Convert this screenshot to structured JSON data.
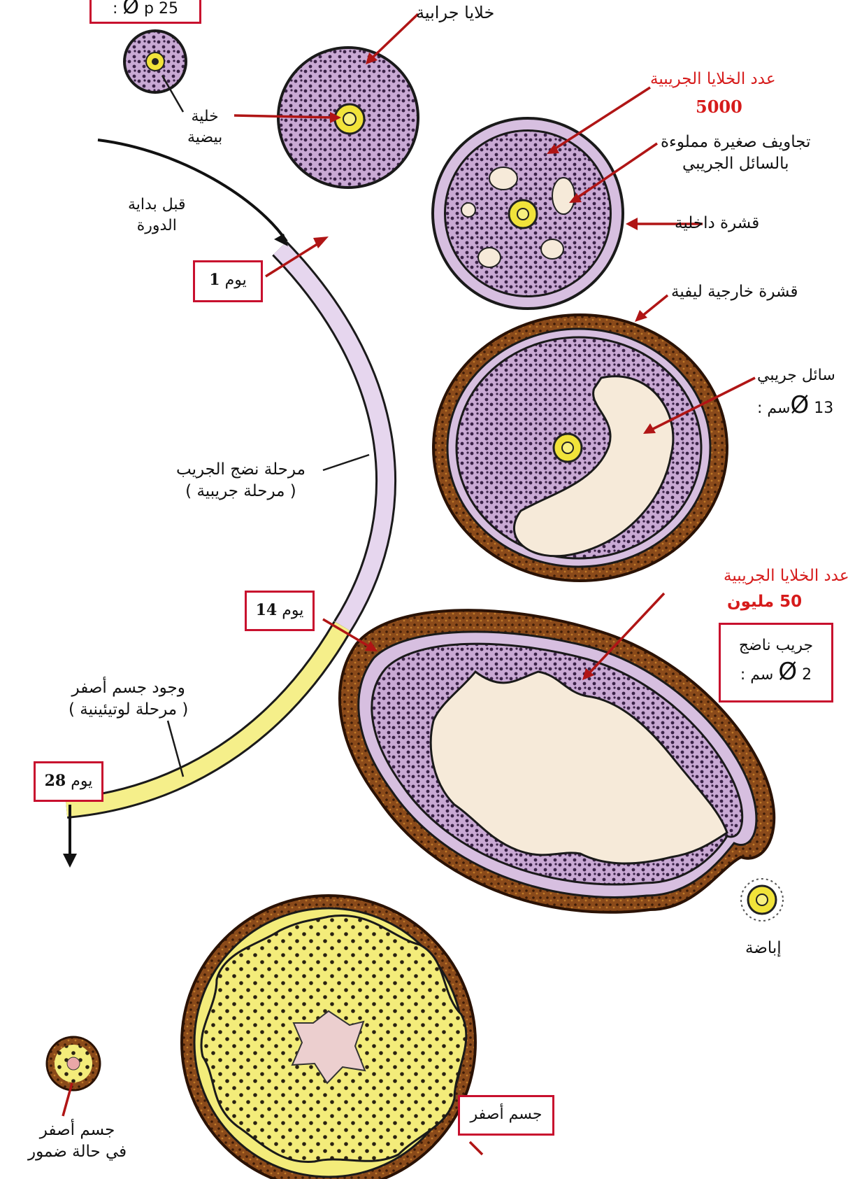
{
  "colors": {
    "granulosa_fill": "#c9a9d4",
    "granulosa_dots": "#3a2247",
    "theca_externa": "#7a3d14",
    "fluid": "#f6ead9",
    "yellow_body": "#f3ec7a",
    "label_red": "#d61b1b",
    "box_red": "#c8102e",
    "arrow_red": "#b01515",
    "phase_follicular": "#e6d6ee",
    "phase_luteal": "#f5ef8a"
  },
  "labels": {
    "top_box": "p 25 :",
    "diameter_symbol": "Ø",
    "cellules_granulosa": "خلايا جرابية",
    "ovocyte": "خلية\nبيضية",
    "before_cycle": "قبل بداية\nالدورة",
    "count_5000_title": "عدد الخلايا الجريبية",
    "count_5000_value": "5000",
    "cavities": "تجاويف صغيرة مملوءة\nبالسائل الجريبي",
    "theca_interna": "قشرة داخلية",
    "theca_externa": "قشرة خارجية ليفية",
    "liquid": "سائل جريبي",
    "liquid_size": "13سم :",
    "day1_label": "يوم",
    "day1_num": "1",
    "follicular_phase": "مرحلة نضج الجريب\n( مرحلة جريبية )",
    "count_50m_title": "عدد الخلايا الجريبية",
    "count_50m_value": "50 مليون",
    "day14_label": "يوم",
    "day14_num": "14",
    "mature_follicle": "جريب ناضج",
    "mature_size": "2 سم :",
    "luteal_phase": "وجود جسم أصفر\n( مرحلة لوتيئينية )",
    "day28_label": "يوم",
    "day28_num": "28",
    "ovulation": "إباضة",
    "corpus_luteum": "جسم أصفر",
    "regressing": "جسم أصفر\nفي حالة ضمور"
  }
}
